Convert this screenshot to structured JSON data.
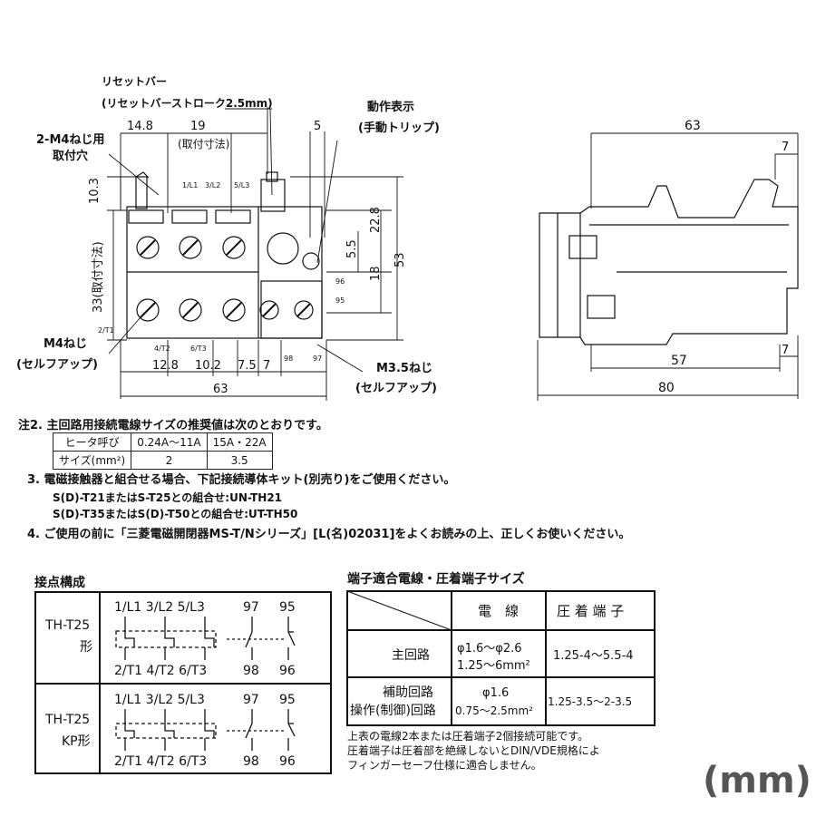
{
  "front": {
    "reset_bar": "リセットバー",
    "reset_stroke": "(リセットバーストローク2.5mm)",
    "holes_1": "2-M4ねじ用",
    "holes_2": "取付穴",
    "indicator_1": "動作表示",
    "indicator_2": "(手動トリップ)",
    "d_14_8": "14.8",
    "d_19": "19",
    "d_mount": "(取付寸法)",
    "d_5": "5",
    "d_10_3": "10.3",
    "d_33": "33(取付寸法)",
    "d_22_8": "22.8",
    "d_5_5": "5.5",
    "d_18": "18",
    "d_53": "53",
    "d_12_8": "12.8",
    "d_10_2": "10.2",
    "d_7_5": "7.5",
    "d_7": "7",
    "d_63": "63",
    "t_l1": "1/L1",
    "t_l2": "3/L2",
    "t_l3": "5/L3",
    "t_t1": "2/T1",
    "t_t2": "4/T2",
    "t_t3": "6/T3",
    "t_96": "96",
    "t_95": "95",
    "t_98": "98",
    "t_97": "97",
    "m4_1": "M4ねじ",
    "m4_2": "(セルフアップ)",
    "m35_1": "M3.5ねじ",
    "m35_2": "(セルフアップ)"
  },
  "side": {
    "d_63": "63",
    "d_7a": "7",
    "d_7b": "7",
    "d_57": "57",
    "d_80": "80"
  },
  "notes": {
    "n2": "注2. 主回路用接続電線サイズの推奨値は次のとおりです。",
    "table": {
      "h0": "ヒータ呼び",
      "h1": "0.24A～11A",
      "h2": "15A・22A",
      "r0": "サイズ(mm²)",
      "r1": "2",
      "r2": "3.5"
    },
    "n3": "3. 電磁接触器と組合せる場合、下記接続導体キット(別売り)をご使用ください。",
    "n3a": "S(D)-T21またはS-T25との組合せ:UN-TH21",
    "n3b": "S(D)-T35またはS(D)-T50との組合せ:UT-TH50",
    "n4": "4. ご使用の前に「三菱電磁開閉器MS-T/Nシリーズ」[L(名)02031]をよくお読みの上、正しくお使いください。"
  },
  "contacts": {
    "title": "接点構成",
    "rows": [
      {
        "name1": "TH-T25",
        "name2": "形",
        "top": "1/L1 3/L2 5/L3",
        "bottom": "2/T1 4/T2 6/T3",
        "a_top": "97",
        "b_top": "95",
        "a_bot": "98",
        "b_bot": "96"
      },
      {
        "name1": "TH-T25",
        "name2": "KP形",
        "top": "1/L1 3/L2 5/L3",
        "bottom": "2/T1 4/T2 6/T3",
        "a_top": "97",
        "b_top": "95",
        "a_bot": "98",
        "b_bot": "96"
      }
    ]
  },
  "wires": {
    "title": "端子適合電線・圧着端子サイズ",
    "h_wire": "電　線",
    "h_term": "圧 着 端 子",
    "r1_label": "主回路",
    "r1_wire1": "φ1.6～φ2.6",
    "r1_wire2": "1.25～6mm²",
    "r1_term": "1.25-4～5.5-4",
    "r2_label1": "補助回路",
    "r2_label2": "操作(制御)回路",
    "r2_wire1": "φ1.6",
    "r2_wire2": "0.75～2.5mm²",
    "r2_term": "1.25-3.5～2-3.5",
    "foot1": "上表の電線2本または圧着端子2個接続可能です。",
    "foot2": "圧着端子は圧着部を絶縁しないとDIN/VDE規格によ",
    "foot3": "フィンガーセーフ仕様に適合しません。"
  },
  "unit": "(mm)"
}
